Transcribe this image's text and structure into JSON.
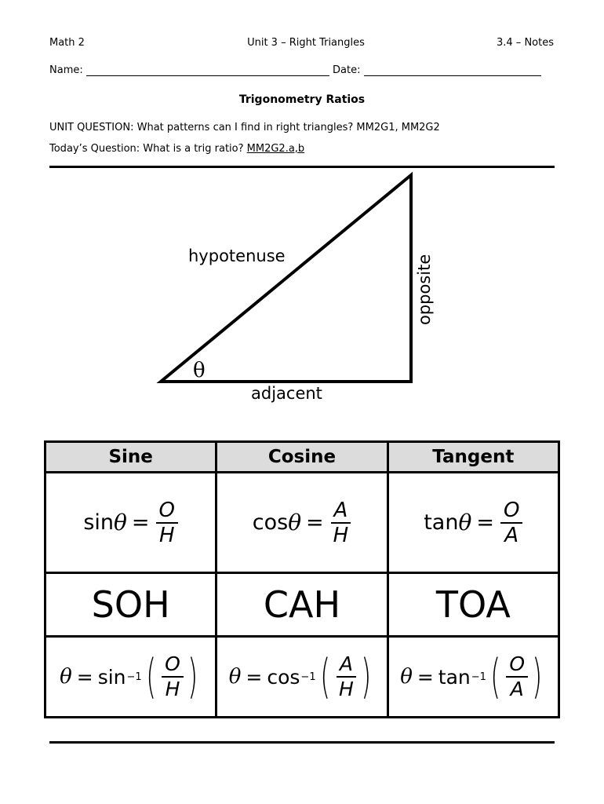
{
  "header": {
    "course": "Math 2",
    "unit": "Unit 3 – Right Triangles",
    "section": "3.4 – Notes",
    "name_label": "Name: ",
    "date_label": " Date: "
  },
  "title": "Trigonometry Ratios",
  "unit_question": "UNIT QUESTION: What patterns can I find in right triangles?  MM2G1, MM2G2",
  "todays_question": {
    "prefix": "Today’s Question:  What is a trig ratio? ",
    "standard": "MM2G2.a,b"
  },
  "diagram": {
    "hypotenuse": "hypotenuse",
    "opposite": "opposite",
    "adjacent": "adjacent",
    "angle": "θ"
  },
  "table": {
    "headers": [
      "Sine",
      "Cosine",
      "Tangent"
    ],
    "formulas": [
      {
        "fn": "sin",
        "var": "θ",
        "eq": "=",
        "num": "O",
        "den": "H"
      },
      {
        "fn": "cos",
        "var": "θ",
        "eq": "=",
        "num": "A",
        "den": "H"
      },
      {
        "fn": "tan",
        "var": "θ",
        "eq": "=",
        "num": "O",
        "den": "A"
      }
    ],
    "mnemonics": [
      "SOH",
      "CAH",
      "TOA"
    ],
    "inverses": [
      {
        "var": "θ",
        "eq": "=",
        "fn": "sin",
        "exp": "−1",
        "num": "O",
        "den": "H"
      },
      {
        "var": "θ",
        "eq": "=",
        "fn": "cos",
        "exp": "−1",
        "num": "A",
        "den": "H"
      },
      {
        "var": "θ",
        "eq": "=",
        "fn": "tan",
        "exp": "−1",
        "num": "O",
        "den": "A"
      }
    ]
  }
}
